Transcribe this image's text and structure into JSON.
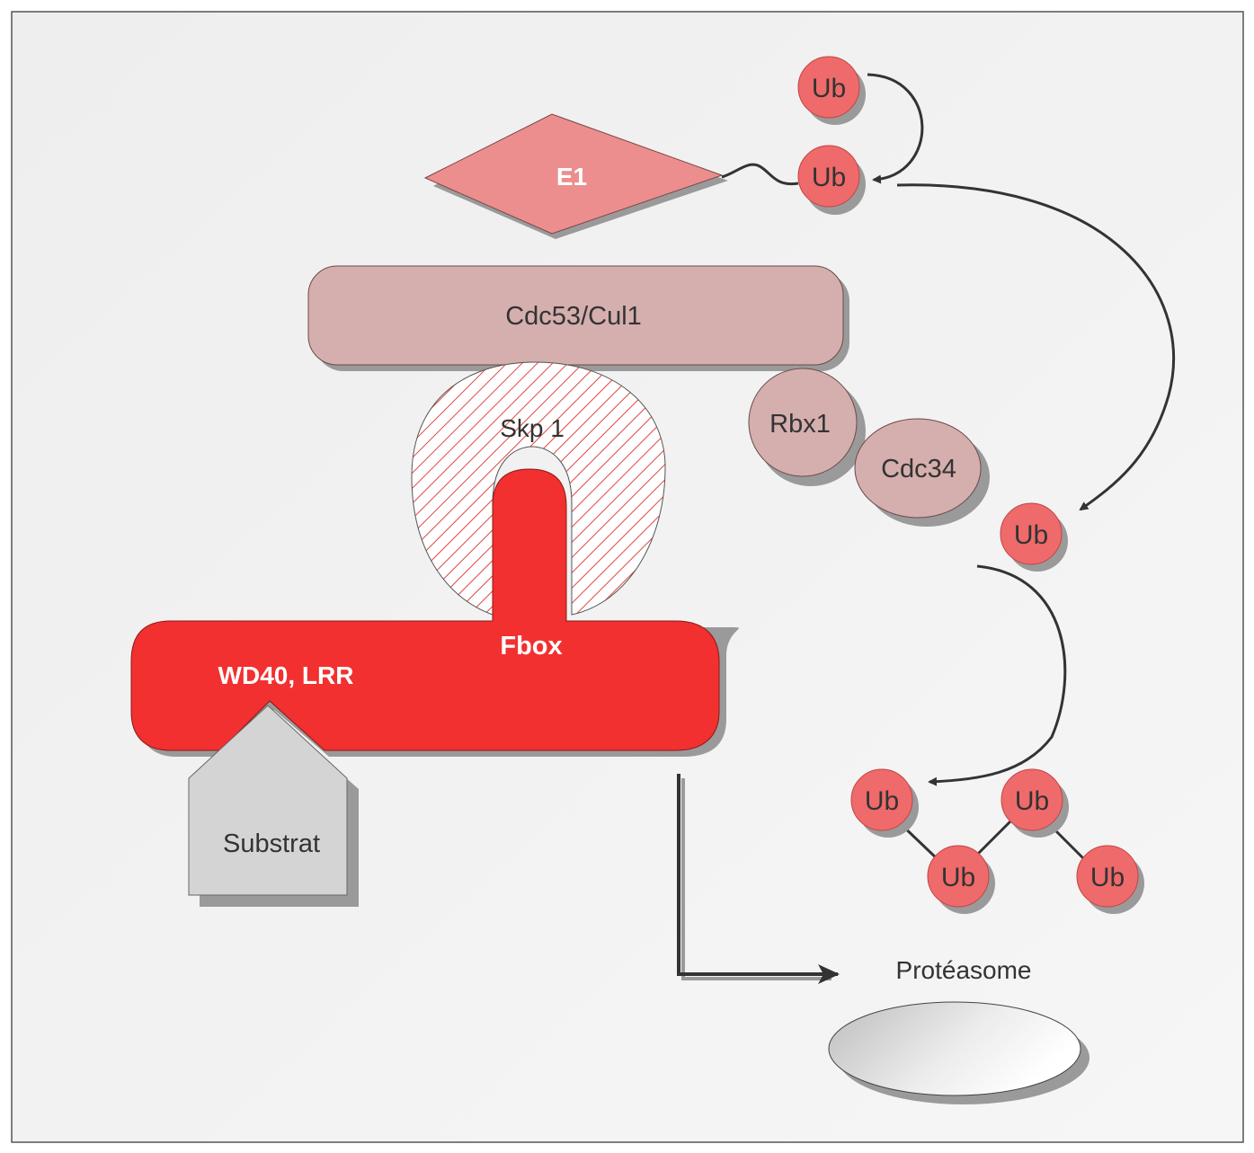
{
  "diagram": {
    "type": "ubiquitin-ligase-pathway",
    "colors": {
      "background": "#f1f1f1",
      "frame": "#555555",
      "e1": "#ec8e8e",
      "ub": "#ef6a6a",
      "cullin": "#d5aeae",
      "rbx": "#d5aeae",
      "fbox": "#f2302f",
      "skp1_hatch": "#e04545",
      "substrate": "#d4d4d4",
      "proteasome": "#dcdcdc",
      "arrow": "#333333",
      "shadow": "#9a9a9a"
    },
    "nodes": {
      "e1": "E1",
      "ub_free": "Ub",
      "ub_loaded": "Ub",
      "cullin": "Cdc53/Cul1",
      "skp1": "Skp 1",
      "rbx1": "Rbx1",
      "cdc34": "Cdc34",
      "ub_transfer": "Ub",
      "fbox": "Fbox",
      "wd40": "WD40, LRR",
      "substrate": "Substrat",
      "polyub": [
        "Ub",
        "Ub",
        "Ub",
        "Ub"
      ],
      "proteasome": "Protéasome"
    }
  }
}
